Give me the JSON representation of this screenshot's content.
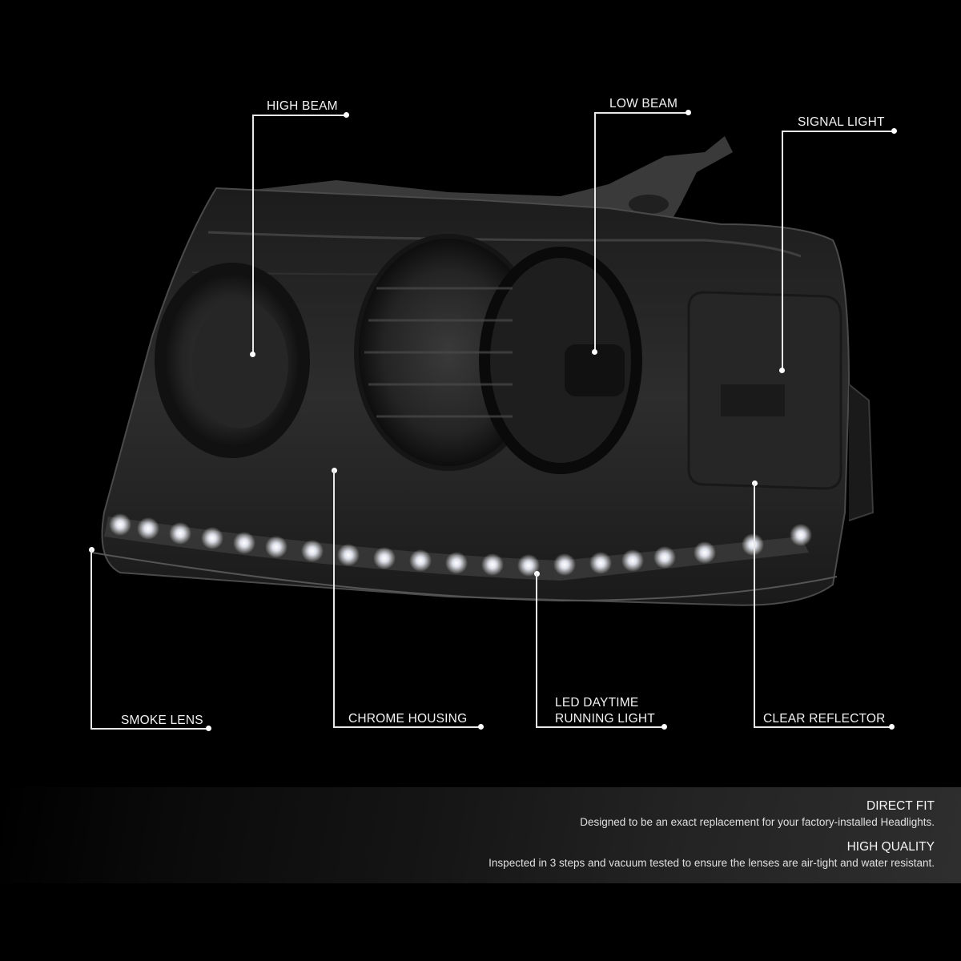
{
  "callouts": {
    "high_beam": "HIGH BEAM",
    "low_beam": "LOW BEAM",
    "signal_light": "SIGNAL LIGHT",
    "smoke_lens": "SMOKE LENS",
    "chrome_housing": "CHROME HOUSING",
    "led_drl_line1": "LED DAYTIME",
    "led_drl_line2": "RUNNING LIGHT",
    "clear_reflector": "CLEAR REFLECTOR"
  },
  "features": [
    {
      "title": "DIRECT FIT",
      "description": "Designed to be an exact replacement for your factory-installed Headlights."
    },
    {
      "title": "HIGH QUALITY",
      "description": "Inspected in 3 steps and vacuum tested to ensure the lenses are air-tight and water resistant."
    }
  ],
  "colors": {
    "background": "#000000",
    "callout_line": "#e8e8e8",
    "lens_smoke": "#2a2a2a",
    "led_glow": "#ffffff"
  },
  "product": {
    "image": "smoked-headlight-with-led-drl-strip"
  }
}
